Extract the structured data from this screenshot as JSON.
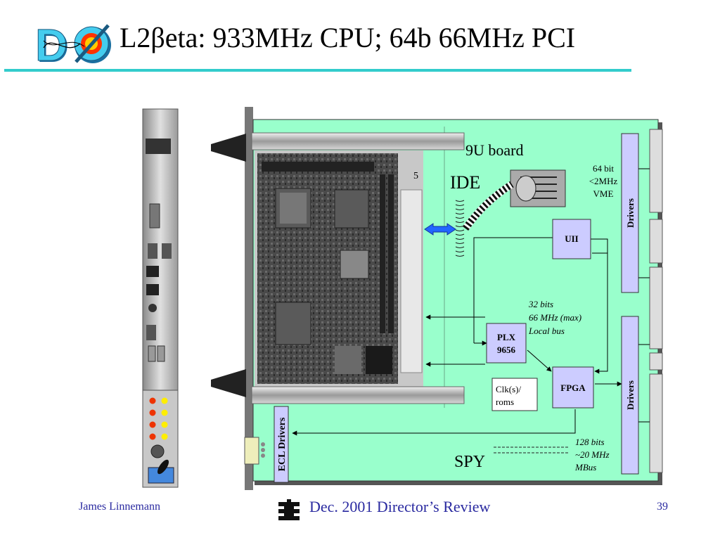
{
  "slide": {
    "title": "L2βeta: 933MHz CPU;  64b 66MHz PCI",
    "footer_left": "James Linnemann",
    "footer_center": "Dec. 2001 Director’s Review",
    "page_number": "39"
  },
  "logo": {
    "text": "DØ"
  },
  "diagram": {
    "board_label": "9U board",
    "ide_label": "IDE",
    "slot_number": "5",
    "vme_label": [
      "64 bit",
      "<2MHz",
      "VME"
    ],
    "uii_label": "UII",
    "plx_label": [
      "PLX",
      "9656"
    ],
    "fpga_label": "FPGA",
    "local_bus_label": [
      "32 bits",
      "66 MHz (max)",
      "Local bus"
    ],
    "clk_label": [
      "Clk(s)/",
      "roms"
    ],
    "mbus_label": [
      "128 bits",
      "~20 MHz",
      "MBus"
    ],
    "drivers_top": "Drivers",
    "drivers_bottom": "Drivers",
    "ecl_drivers": "ECL Drivers",
    "spy_label": "SPY"
  },
  "colors": {
    "accent_rule": "#33cccc",
    "board_green": "#99ffcc",
    "chip_blue": "#ccccff",
    "footer_text": "#2a2aa0"
  }
}
